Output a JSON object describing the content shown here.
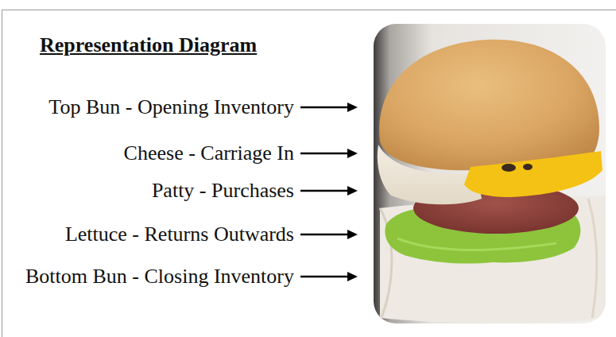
{
  "diagram": {
    "title": "Representation Diagram",
    "labels": [
      "Top Bun - Opening Inventory",
      "Cheese - Carriage In",
      "Patty - Purchases",
      "Lettuce - Returns Outwards",
      "Bottom Bun - Closing Inventory"
    ]
  }
}
